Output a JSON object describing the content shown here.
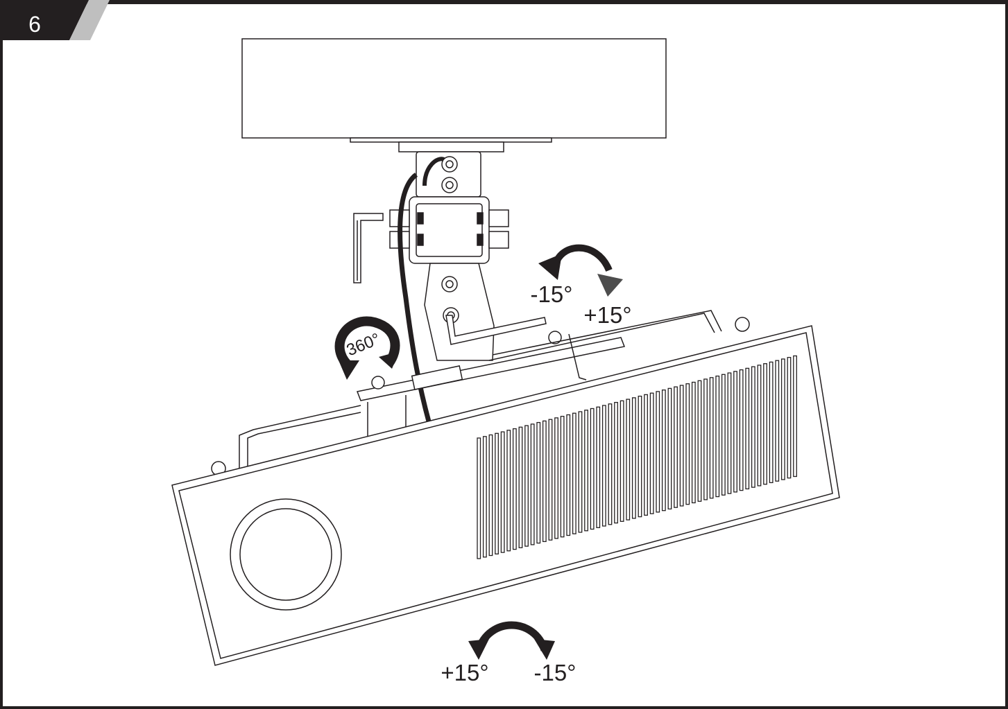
{
  "step": {
    "number": "6"
  },
  "labels": {
    "arm_tilt_minus": "-15°",
    "arm_tilt_plus": "+15°",
    "rotation": "360°",
    "roll_plus": "+15°",
    "roll_minus": "-15°"
  },
  "colors": {
    "ink": "#231f20",
    "header_bar": "#231f20",
    "header_slash": "#bfbfbf",
    "arrow_dark": "#231f20",
    "arrow_gray": "#4d4d4d"
  },
  "icons": [
    "hex-key-icon",
    "rotate-360-icon",
    "tilt-arrow-icon",
    "roll-arrow-icon"
  ]
}
